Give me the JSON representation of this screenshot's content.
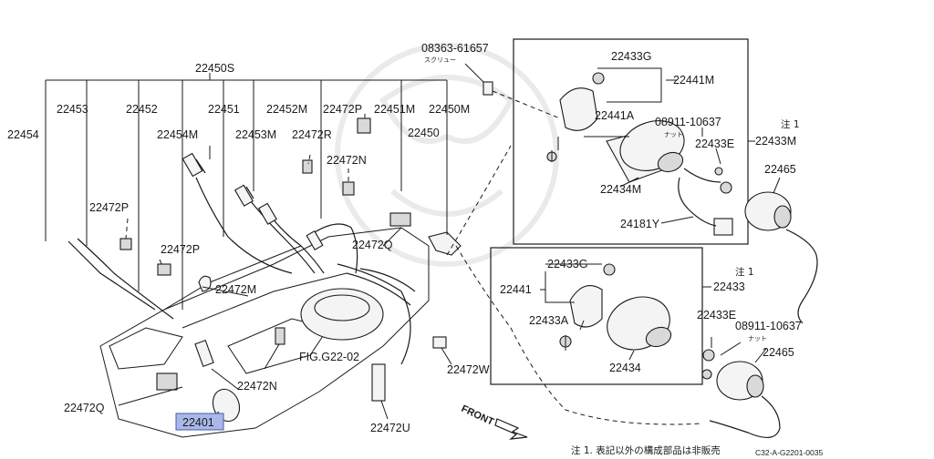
{
  "diagram": {
    "labels": {
      "p22450S": "22450S",
      "p22453": "22453",
      "p22452": "22452",
      "p22451": "22451",
      "p22452M": "22452M",
      "p22472P_top": "22472P",
      "p22451M": "22451M",
      "p22450M": "22450M",
      "p22454": "22454",
      "p22454M": "22454M",
      "p22453M": "22453M",
      "p22472R": "22472R",
      "p22450": "22450",
      "p22472N_top": "22472N",
      "p22472P_left": "22472P",
      "p22472P_mid": "22472P",
      "p22472Q_mid": "22472Q",
      "p22472M": "22472M",
      "p22472N_bot": "22472N",
      "p22472Q_bot": "22472Q",
      "p22401": "22401",
      "fig_ref": "FIG.G22-02",
      "p22472W": "22472W",
      "p22472U": "22472U",
      "p08363": "08363-61657",
      "screw": "スクリュー",
      "b1_22433G": "22433G",
      "b1_22441M": "22441M",
      "b1_22441A": "22441A",
      "b1_08911": "08911-10637",
      "b1_nut": "ナット",
      "b1_22433E": "22433E",
      "b1_22434M": "22434M",
      "b1_24181Y": "24181Y",
      "note1_a": "注 1",
      "p22433M": "22433M",
      "p22465_a": "22465",
      "b2_22433G": "22433G",
      "b2_22441": "22441",
      "b2_22433A": "22433A",
      "b2_22434": "22434",
      "note1_b": "注 1",
      "p22433": "22433",
      "p22433E": "22433E",
      "p08911": "08911-10637",
      "nut": "ナット",
      "p22465_b": "22465",
      "front": "FRONT",
      "footnote": "注 1. 表記以外の構成部品は非販売",
      "diagram_code": "C32-A-G2201-0035"
    },
    "highlighted_part": "22401",
    "colors": {
      "highlight_fill": "#a9b8e8",
      "line": "#1a1a1a"
    }
  }
}
